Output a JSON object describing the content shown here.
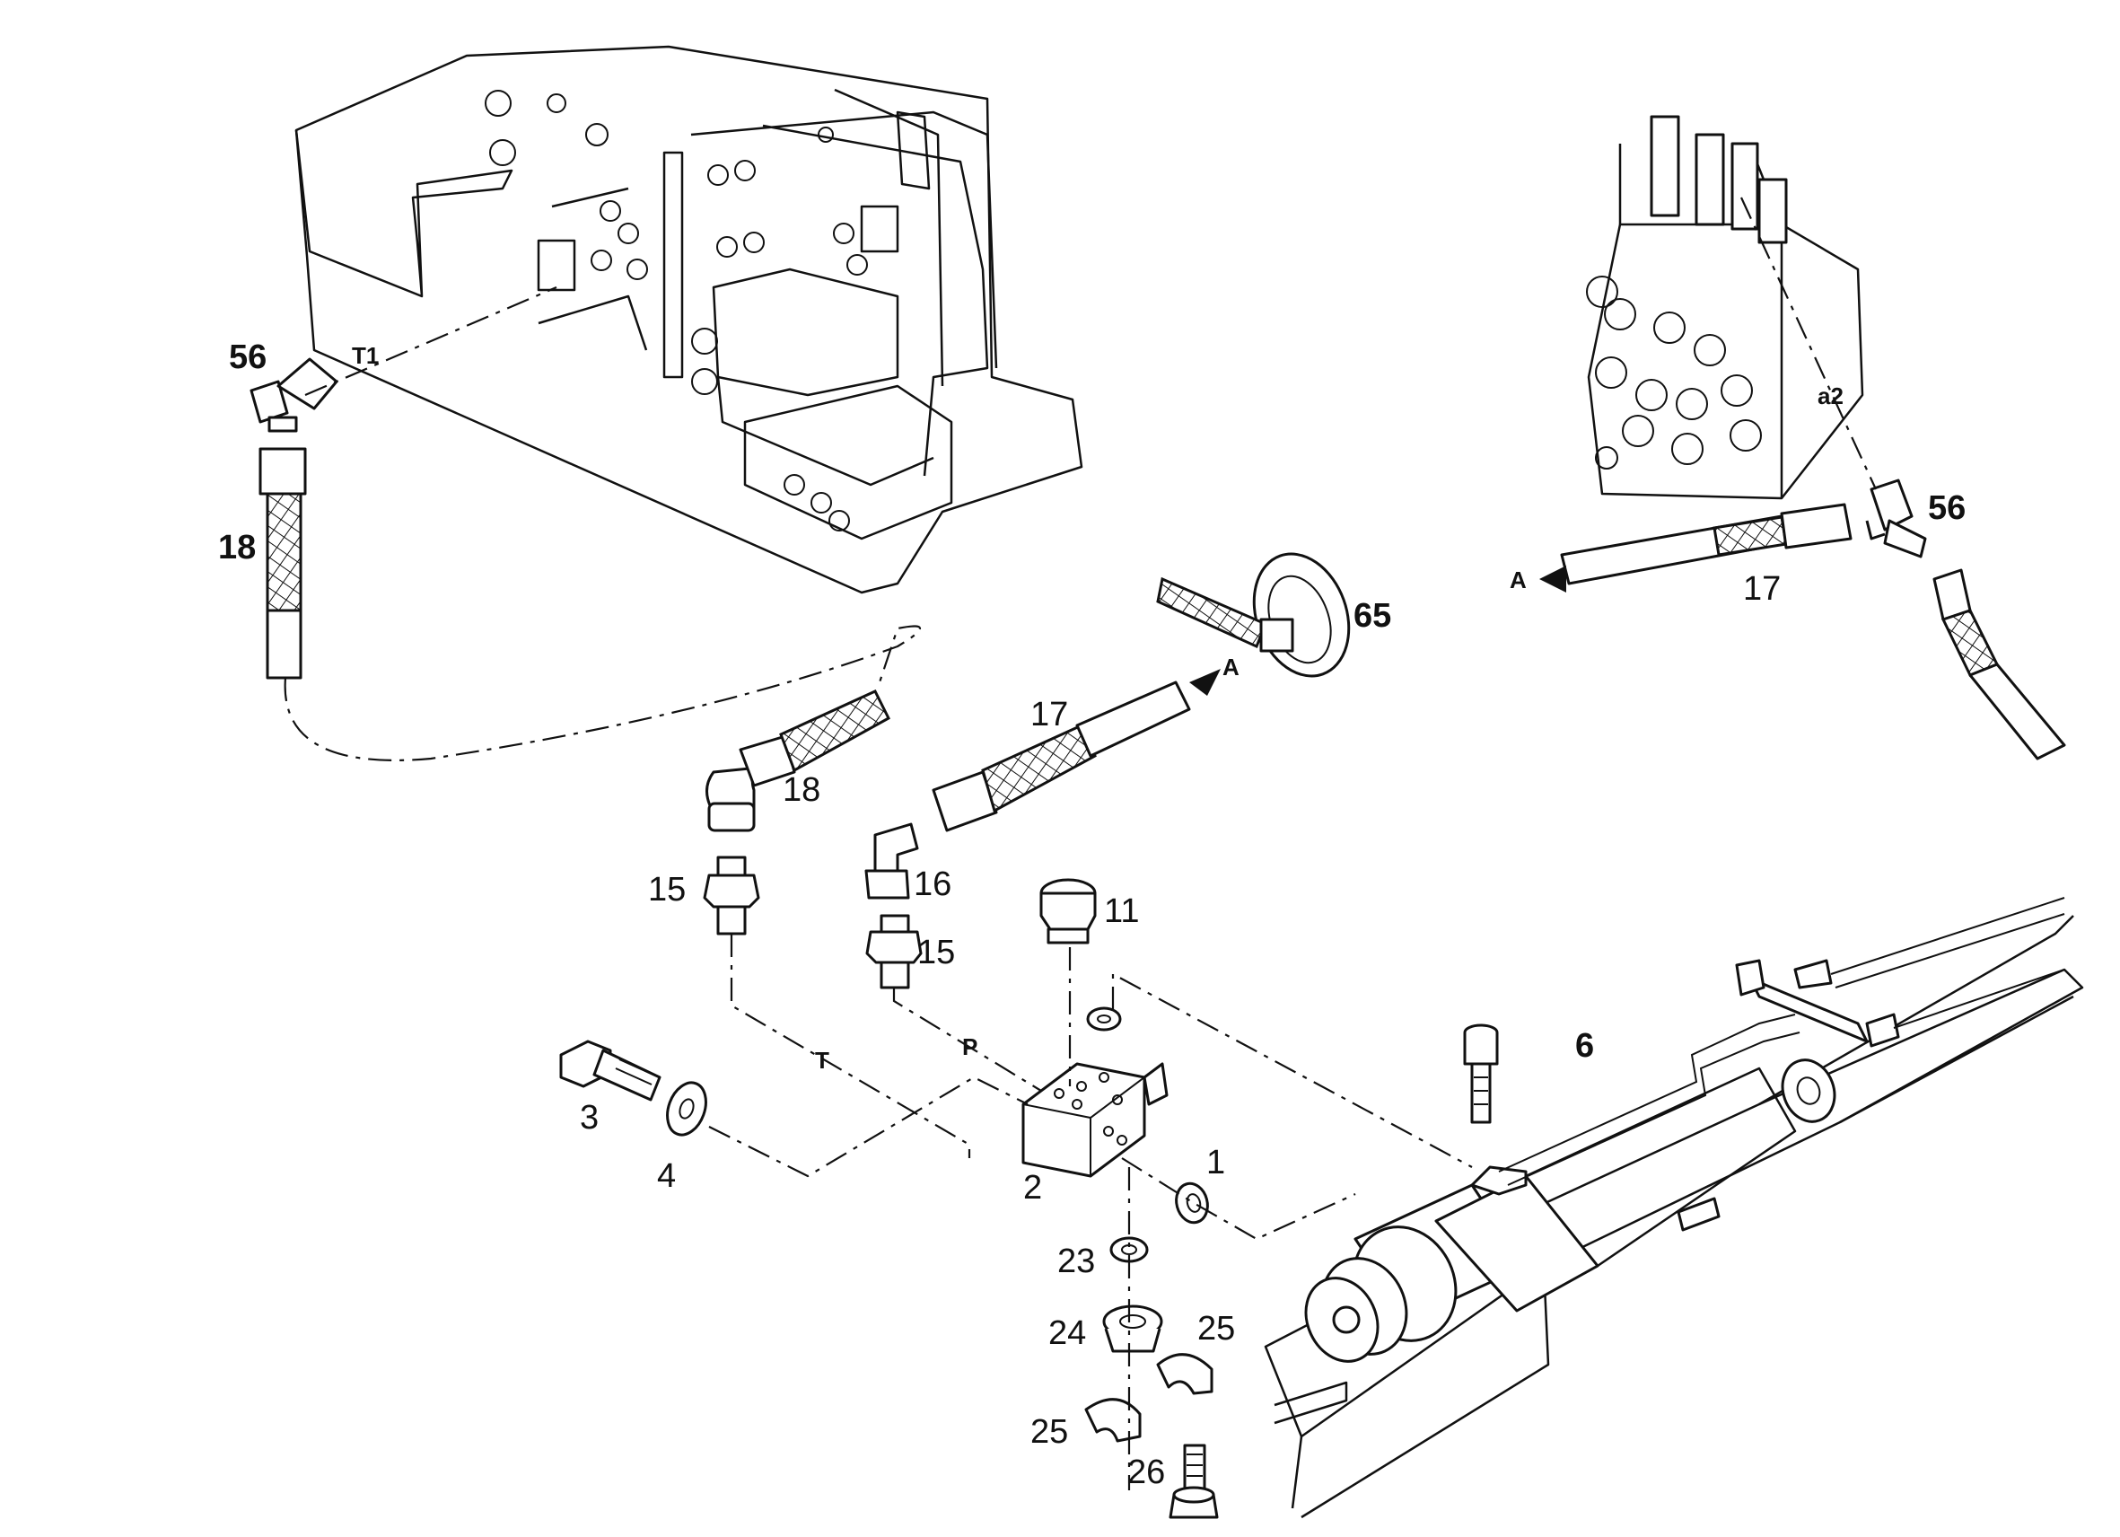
{
  "diagram": {
    "callouts": {
      "c56_left": "56",
      "c56_right": "56",
      "c18_upper": "18",
      "c18_lower": "18",
      "c17_center": "17",
      "c17_right": "17",
      "c65": "65",
      "c15_left": "15",
      "c15_right": "15",
      "c16": "16",
      "c11": "11",
      "c6": "6",
      "c3": "3",
      "c4": "4",
      "c2": "2",
      "c1": "1",
      "c23": "23",
      "c24": "24",
      "c25_upper": "25",
      "c25_lower": "25",
      "c26": "26"
    },
    "line_labels": {
      "t1": "T1",
      "a2": "a2",
      "t": "T",
      "p": "P",
      "a_center": "A",
      "a_right": "A"
    }
  }
}
